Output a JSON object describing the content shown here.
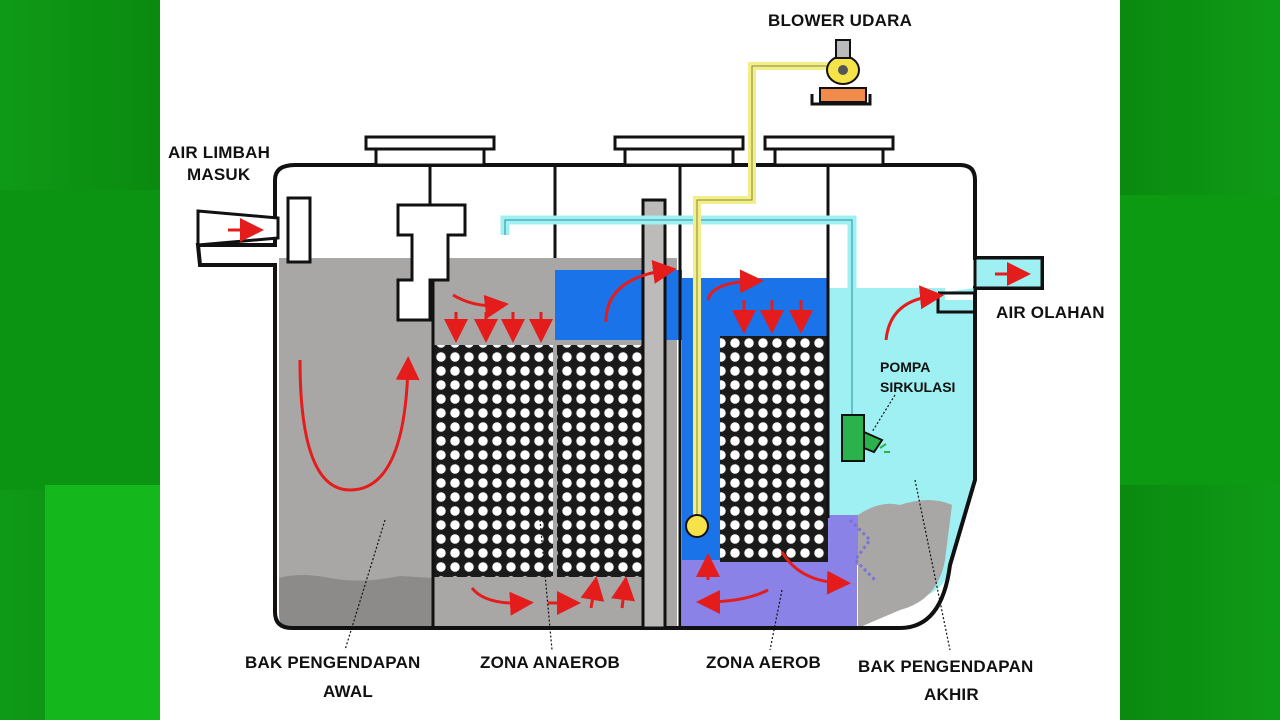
{
  "labels": {
    "inlet": [
      "AIR LIMBAH",
      "MASUK"
    ],
    "blower": "BLOWER UDARA",
    "outlet": "AIR OLAHAN",
    "pump": [
      "POMPA",
      "SIRKULASI"
    ],
    "zone_primary": [
      "BAK PENGENDAPAN",
      "AWAL"
    ],
    "zone_anaerobic": "ZONA ANAEROB",
    "zone_aerobic": "ZONA AEROB",
    "zone_final": [
      "BAK PENGENDAPAN",
      "AKHIR"
    ]
  },
  "colors": {
    "background_green": "#0a8f12",
    "sludge_gray": "#a9a6a6",
    "deep_blue": "#1a73e8",
    "aerob_purple": "#8a82e6",
    "final_cyan": "#9ff0f2",
    "air_pipe_yellow": "#f2ee8a",
    "flow_arrow_red": "#e51c1c",
    "pump_green": "#2bb24c"
  }
}
